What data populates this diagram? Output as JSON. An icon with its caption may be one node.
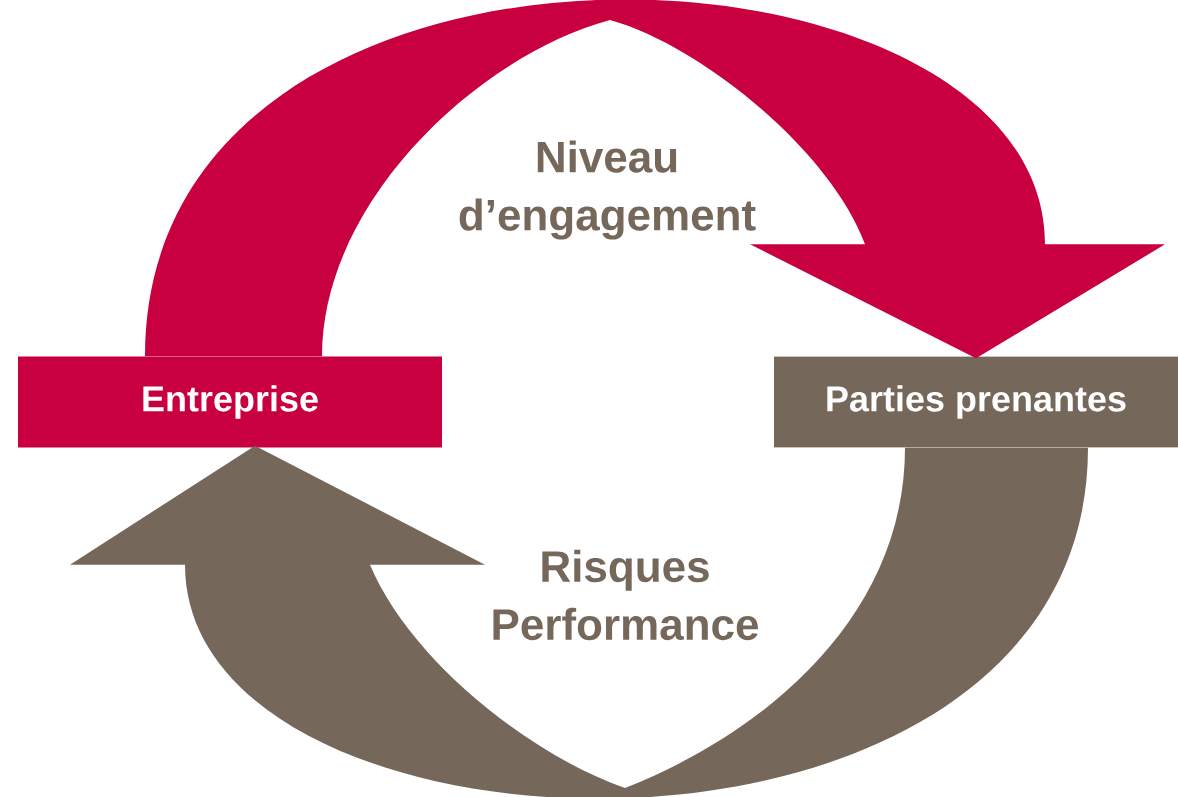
{
  "diagram": {
    "nodes": [
      {
        "text": [
          "Entreprise"
        ]
      },
      {
        "text": [
          "Parties prenantes"
        ]
      }
    ],
    "edges": [
      {
        "from": 0,
        "to": 1,
        "arrow": "to",
        "label": "Niveau d’engagement",
        "color": "#c8003f"
      },
      {
        "from": 1,
        "to": 0,
        "arrow": "to",
        "label": "Risques Performance",
        "color": "#76675b"
      }
    ]
  }
}
